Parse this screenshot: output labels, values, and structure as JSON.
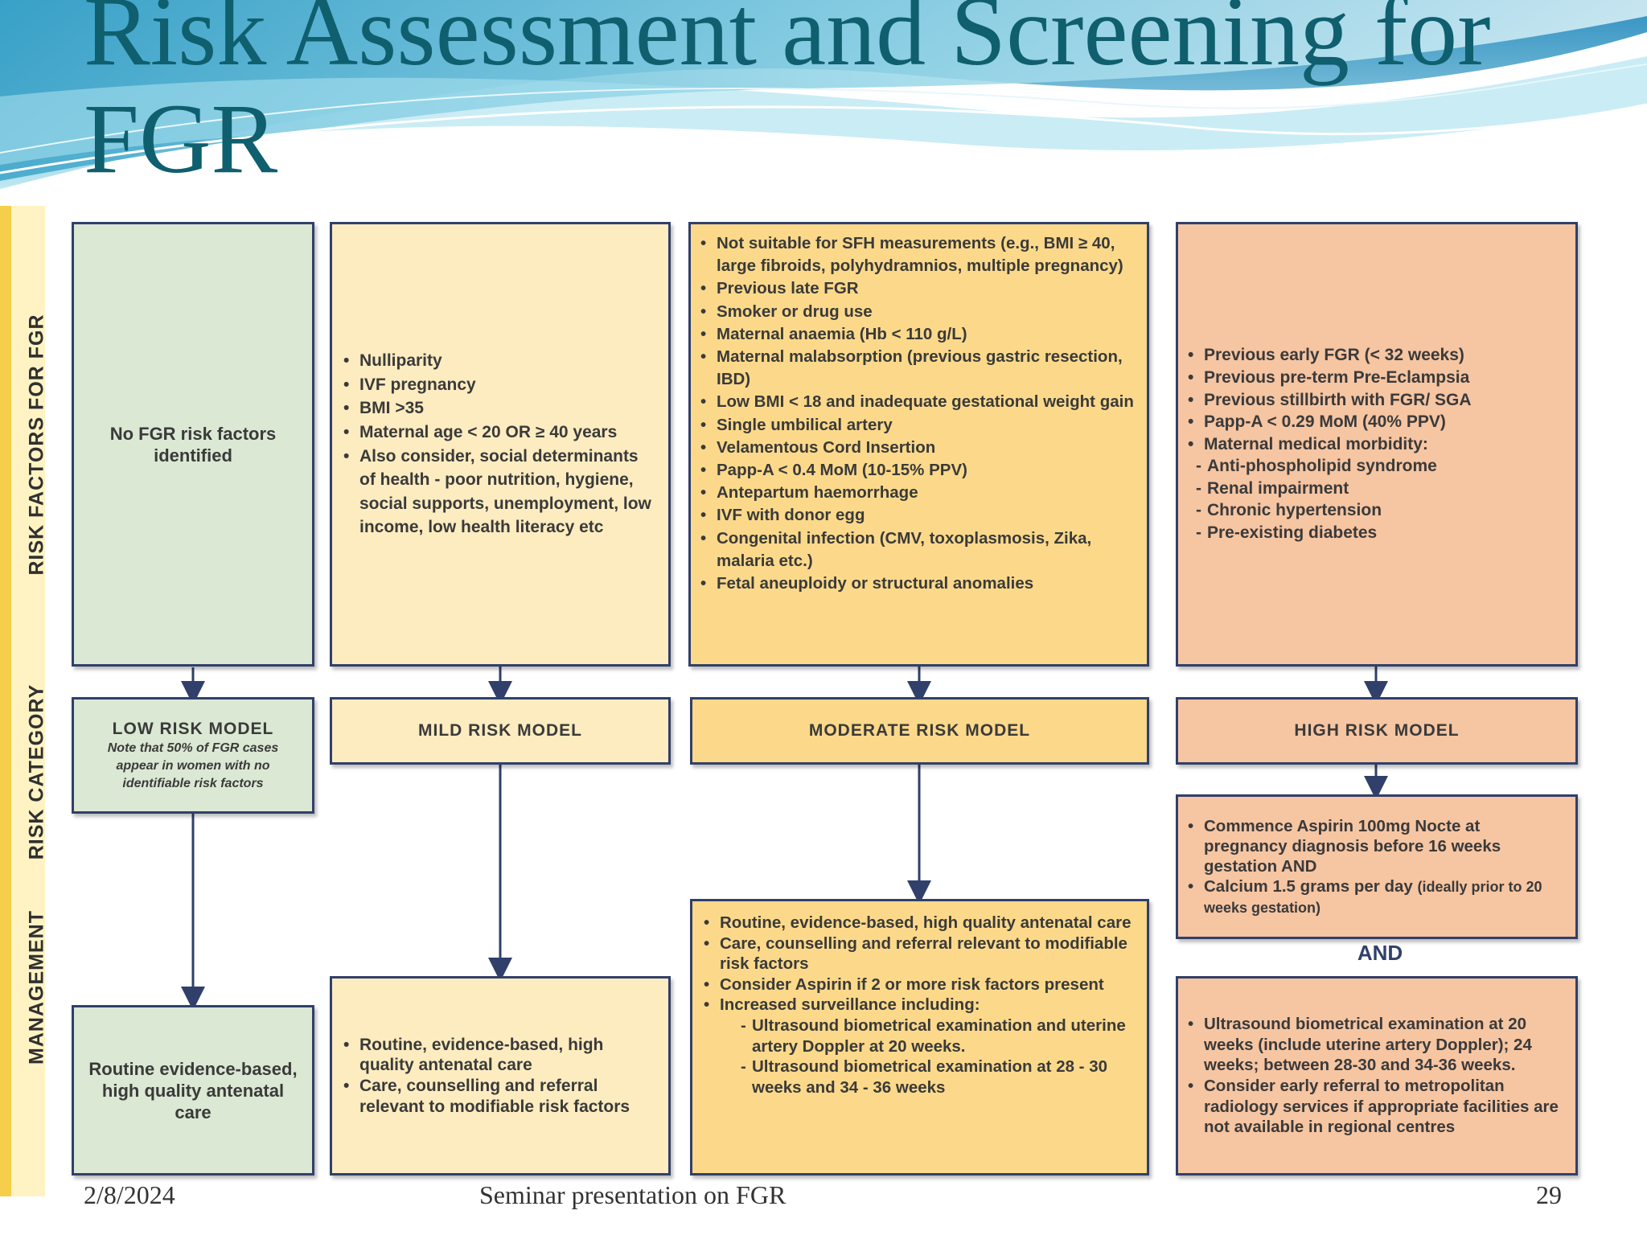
{
  "slide": {
    "title_line1": "Risk Assessment and Screening for",
    "title_line2": "FGR"
  },
  "row_labels": {
    "risk_factors": "RISK FACTORS FOR FGR",
    "risk_category": "RISK CATEGORY",
    "management": "MANAGEMENT"
  },
  "low": {
    "risk_factors": "No FGR risk factors identified",
    "model": "LOW RISK MODEL",
    "model_note": "Note that 50% of FGR cases appear in women with no identifiable risk factors",
    "management": "Routine evidence-based, high quality antenatal care"
  },
  "mild": {
    "risk_factors": [
      "Nulliparity",
      "IVF pregnancy",
      "BMI >35",
      "Maternal age < 20 OR ≥ 40 years",
      "Also consider, social determinants of health - poor nutrition, hygiene, social supports, unemployment, low income, low health literacy etc"
    ],
    "model": "MILD RISK MODEL",
    "management": [
      "Routine, evidence-based, high quality antenatal care",
      "Care, counselling and referral relevant to modifiable risk factors"
    ]
  },
  "moderate": {
    "risk_factors": [
      "Not suitable for SFH measurements (e.g., BMI ≥ 40, large fibroids, polyhydramnios, multiple pregnancy)",
      "Previous late FGR",
      "Smoker or drug use",
      "Maternal anaemia (Hb < 110 g/L)",
      "Maternal malabsorption (previous gastric resection, IBD)",
      "Low BMI < 18 and inadequate gestational weight gain",
      "Single umbilical artery",
      "Velamentous Cord Insertion",
      "Papp-A < 0.4 MoM (10-15% PPV)",
      "Antepartum haemorrhage",
      "IVF with donor egg",
      "Congenital infection (CMV, toxoplasmosis, Zika, malaria etc.)",
      "Fetal aneuploidy or structural anomalies"
    ],
    "model": "MODERATE RISK MODEL",
    "management": [
      "Routine, evidence-based, high quality antenatal care",
      "Care, counselling and referral relevant to modifiable risk factors",
      "Consider Aspirin if 2 or more risk factors present",
      "Increased surveillance including:"
    ],
    "management_sub": [
      "Ultrasound biometrical examination and uterine artery Doppler at 20 weeks.",
      "Ultrasound biometrical examination at 28 - 30 weeks and 34 - 36 weeks"
    ]
  },
  "high": {
    "risk_factors": [
      "Previous early FGR (< 32 weeks)",
      "Previous pre-term Pre-Eclampsia",
      "Previous stillbirth with FGR/ SGA",
      "Papp-A < 0.29 MoM (40% PPV)",
      "Maternal medical morbidity:"
    ],
    "risk_factors_sub": [
      "Anti-phospholipid syndrome",
      "Renal impairment",
      "Chronic hypertension",
      "Pre-existing diabetes"
    ],
    "model": "HIGH RISK MODEL",
    "management_a_1": "Commence Aspirin 100mg Nocte at pregnancy diagnosis before 16 weeks gestation AND",
    "management_a_2": "Calcium 1.5 grams per day",
    "management_a_2_small": "(ideally prior to 20 weeks gestation)",
    "and_label": "AND",
    "management_b": [
      "Ultrasound biometrical examination at 20 weeks (include uterine artery Doppler); 24 weeks; between 28-30 and 34-36 weeks.",
      "Consider early referral to metropolitan radiology services if appropriate facilities are not available in regional centres"
    ]
  },
  "footer": {
    "date": "2/8/2024",
    "center": "Seminar presentation on FGR",
    "page": "29"
  },
  "colors": {
    "title": "#0f5f6e",
    "box_border": "#30406a",
    "green": "#dbe8d3",
    "cream": "#fdecc0",
    "yellow": "#fcd98a",
    "peach": "#f6c5a2"
  }
}
